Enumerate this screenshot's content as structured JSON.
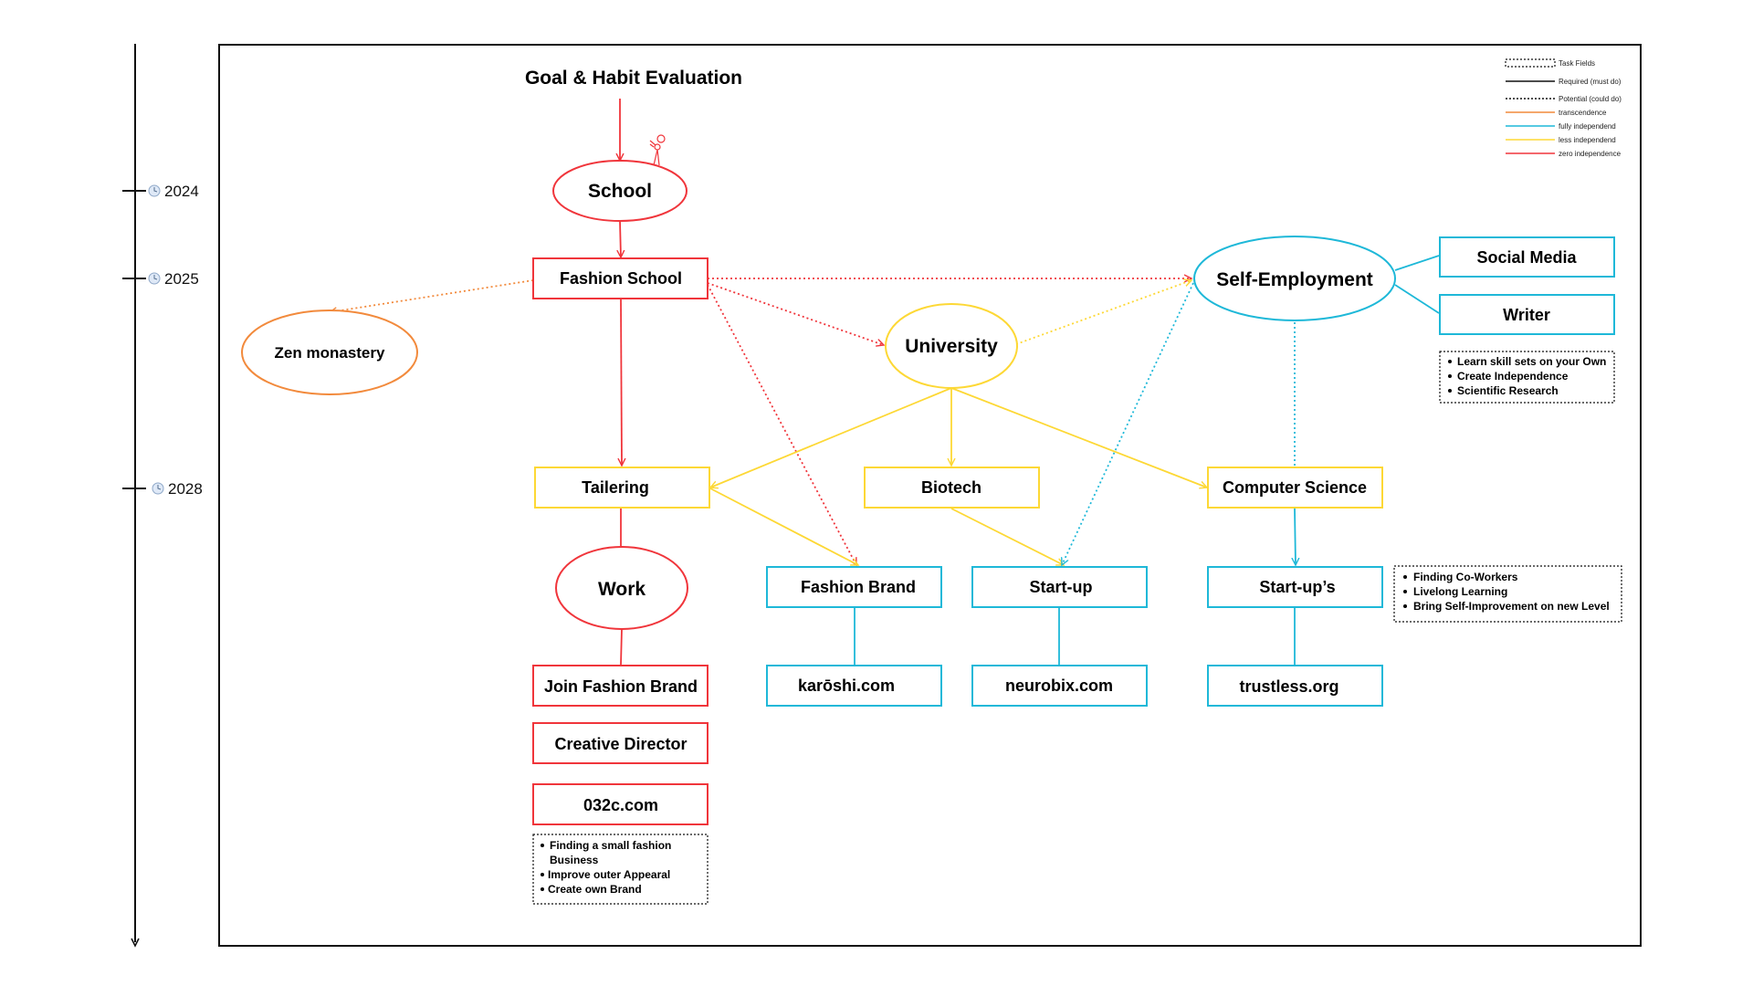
{
  "title": "Goal & Habit Evaluation",
  "timeline": {
    "years": [
      "2024",
      "2025",
      "2028"
    ]
  },
  "legend": {
    "task_fields": "Task Fields",
    "required": "Required (must do)",
    "potential": "Potential (could do)",
    "transcendence": "transcendence",
    "fully": "fully independend",
    "less": "less independend",
    "zero": "zero independence"
  },
  "colors": {
    "zero": "#f0353b",
    "less": "#fdd835",
    "fully": "#1eb8d8",
    "transcendence": "#f28a3c",
    "frame": "#111111"
  },
  "nodes": {
    "school": "School",
    "fashion_school": "Fashion School",
    "zen": "Zen monastery",
    "university": "University",
    "self_employment": "Self-Employment",
    "social_media": "Social Media",
    "writer": "Writer",
    "tailering": "Tailering",
    "biotech": "Biotech",
    "computer_science": "Computer Science",
    "work": "Work",
    "fashion_brand": "Fashion Brand",
    "startup": "Start-up",
    "startups": "Start-up’s",
    "join_fashion_brand": "Join Fashion Brand",
    "creative_director": "Creative Director",
    "site_032c": "032c.com",
    "karoshi": "karōshi.com",
    "neurobix": "neurobix.com",
    "trustless": "trustless.org"
  },
  "notes": {
    "self_employment": [
      "Learn skill sets on your Own",
      "Create Independence",
      "Scientific Research"
    ],
    "startups": [
      "Finding Co-Workers",
      "Livelong Learning",
      "Bring Self-Improvement on new Level"
    ],
    "fashion": [
      "Finding a small fashion",
      "Business",
      "Improve outer Appearal",
      "Create own Brand"
    ]
  },
  "icons": {
    "timeline_clock": "clock-icon",
    "doodle": "stick-figure-icon"
  }
}
